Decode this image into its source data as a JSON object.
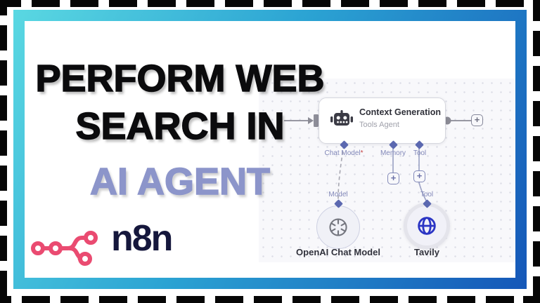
{
  "headline": {
    "line1": "PERFORM WEB",
    "line2": "SEARCH IN",
    "line3": "AI AGENT"
  },
  "brand": {
    "wordmark": "n8n"
  },
  "workflow": {
    "agent_node": {
      "title": "Context Generation",
      "subtitle": "Tools Agent"
    },
    "output_plus": "+",
    "ports": {
      "chat_model": {
        "label": "Chat Model",
        "required_mark": "*"
      },
      "memory": {
        "label": "Memory",
        "plus": "+"
      },
      "tool": {
        "label": "Tool",
        "plus": "+"
      }
    },
    "model_node": {
      "port_label": "Model",
      "name": "OpenAI Chat Model"
    },
    "tool_node": {
      "port_label": "Tool",
      "name": "Tavily"
    }
  },
  "colors": {
    "accent_headline": "#8c95ca",
    "frame_gradient_start": "#5ad8e2",
    "frame_gradient_end": "#1557b8",
    "brand_pink": "#ea4b71",
    "connector_indigo": "#5b68b0"
  }
}
